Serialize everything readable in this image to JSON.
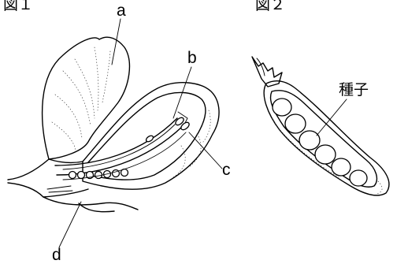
{
  "figures": {
    "fig1": {
      "title": "図１",
      "labels": {
        "a": "a",
        "b": "b",
        "c": "c",
        "d": "d"
      }
    },
    "fig2": {
      "title": "図２",
      "seed_label": "種子"
    }
  }
}
